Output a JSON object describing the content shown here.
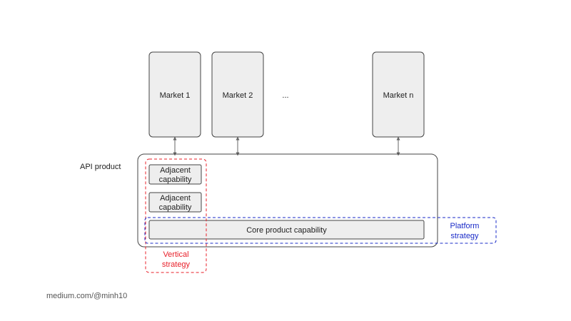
{
  "markets": [
    {
      "label": "Market 1"
    },
    {
      "label": "Market 2"
    },
    {
      "label": "Market n"
    }
  ],
  "ellipsis": "...",
  "api_product": {
    "label": "API product"
  },
  "adjacent_capabilities": [
    {
      "lines": [
        "Adjacent",
        "capability"
      ]
    },
    {
      "lines": [
        "Adjacent",
        "capability"
      ]
    }
  ],
  "core": {
    "label": "Core product capability"
  },
  "vertical_strategy": {
    "lines": [
      "Vertical",
      "strategy"
    ],
    "color": "#e8202a"
  },
  "platform_strategy": {
    "lines": [
      "Platform",
      "strategy"
    ],
    "color": "#1a2bc8"
  },
  "credit": "medium.com/@minh10",
  "colors": {
    "box_fill": "#eeeeee",
    "box_stroke": "#444444",
    "text": "#222222",
    "credit_text": "#555555",
    "connector": "#666666"
  }
}
